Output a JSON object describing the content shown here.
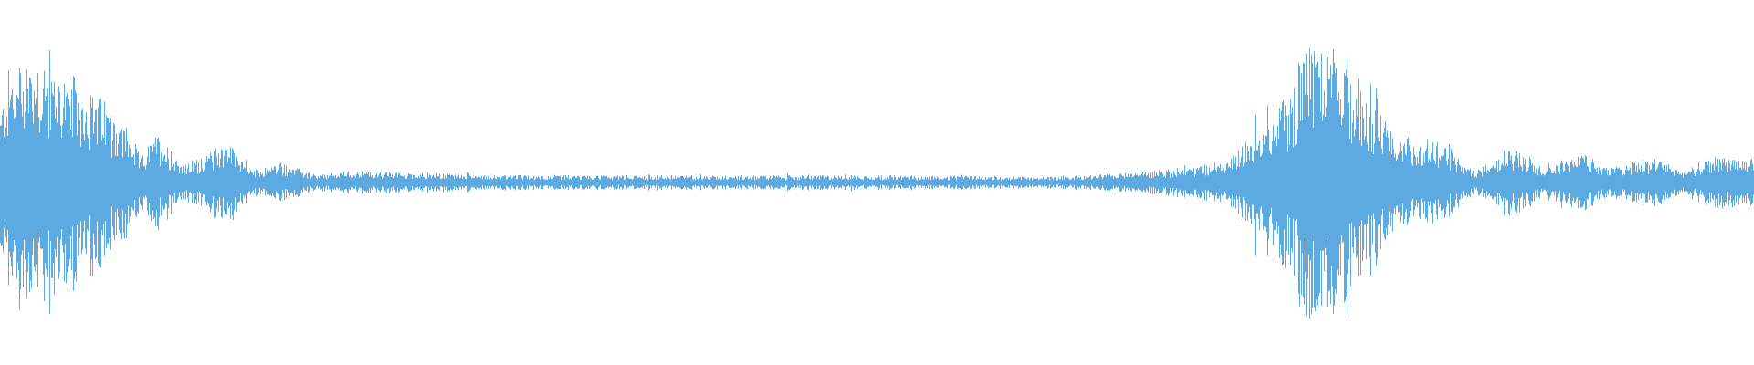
{
  "waveform": {
    "color": "#5DAAE3",
    "background": "#FFFFFF",
    "envelope_description_points": [
      {
        "t": 0.0,
        "amp": 0.5
      },
      {
        "t": 0.005,
        "amp": 0.78
      },
      {
        "t": 0.012,
        "amp": 0.95
      },
      {
        "t": 0.02,
        "amp": 0.88
      },
      {
        "t": 0.035,
        "amp": 0.78
      },
      {
        "t": 0.055,
        "amp": 0.62
      },
      {
        "t": 0.07,
        "amp": 0.42
      },
      {
        "t": 0.08,
        "amp": 0.18
      },
      {
        "t": 0.09,
        "amp": 0.34
      },
      {
        "t": 0.105,
        "amp": 0.12
      },
      {
        "t": 0.13,
        "amp": 0.3
      },
      {
        "t": 0.145,
        "amp": 0.08
      },
      {
        "t": 0.16,
        "amp": 0.14
      },
      {
        "t": 0.18,
        "amp": 0.05
      },
      {
        "t": 0.2,
        "amp": 0.08
      },
      {
        "t": 0.3,
        "amp": 0.05
      },
      {
        "t": 0.4,
        "amp": 0.05
      },
      {
        "t": 0.5,
        "amp": 0.05
      },
      {
        "t": 0.6,
        "amp": 0.04
      },
      {
        "t": 0.65,
        "amp": 0.07
      },
      {
        "t": 0.68,
        "amp": 0.12
      },
      {
        "t": 0.7,
        "amp": 0.14
      },
      {
        "t": 0.715,
        "amp": 0.42
      },
      {
        "t": 0.735,
        "amp": 0.64
      },
      {
        "t": 0.745,
        "amp": 0.98
      },
      {
        "t": 0.765,
        "amp": 0.85
      },
      {
        "t": 0.785,
        "amp": 0.55
      },
      {
        "t": 0.8,
        "amp": 0.3
      },
      {
        "t": 0.82,
        "amp": 0.3
      },
      {
        "t": 0.84,
        "amp": 0.08
      },
      {
        "t": 0.86,
        "amp": 0.25
      },
      {
        "t": 0.88,
        "amp": 0.12
      },
      {
        "t": 0.9,
        "amp": 0.2
      },
      {
        "t": 0.92,
        "amp": 0.1
      },
      {
        "t": 0.94,
        "amp": 0.18
      },
      {
        "t": 0.96,
        "amp": 0.08
      },
      {
        "t": 0.975,
        "amp": 0.18
      },
      {
        "t": 1.0,
        "amp": 0.18
      }
    ]
  }
}
